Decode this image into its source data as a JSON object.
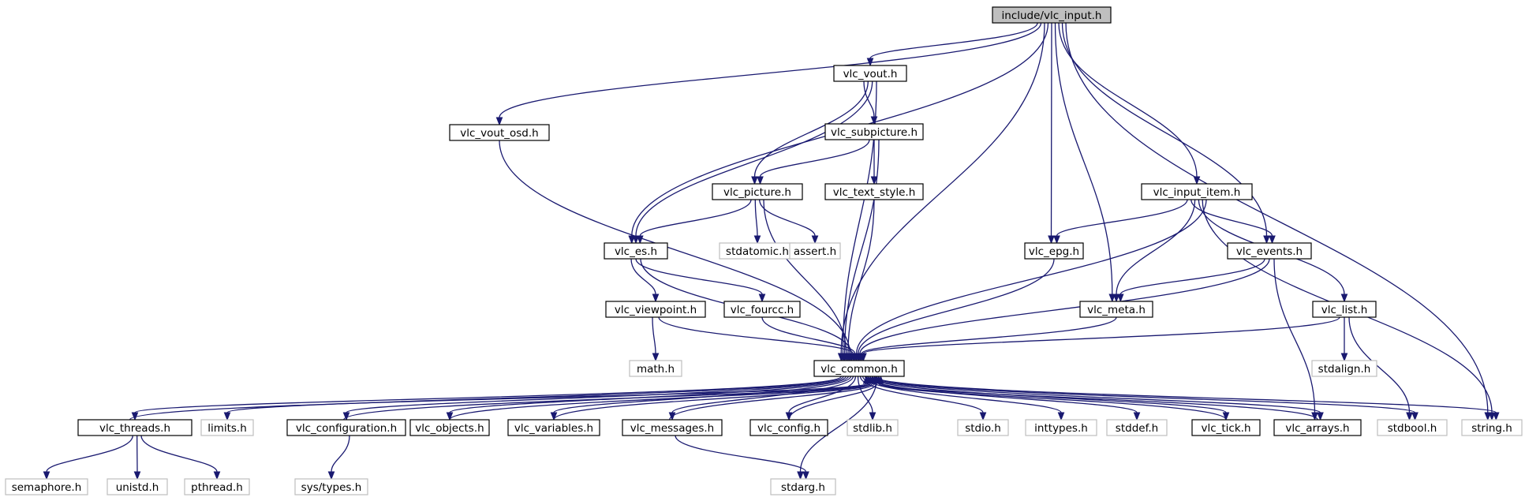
{
  "colors": {
    "edge": "#191970",
    "node_border": "#000000",
    "external_border": "#bfbfbf",
    "root_fill": "#bfbfbf",
    "node_fill": "#ffffff"
  },
  "nodes": [
    {
      "id": "root",
      "label": "include/vlc_input.h",
      "kind": "root"
    },
    {
      "id": "vout",
      "label": "vlc_vout.h",
      "kind": "file"
    },
    {
      "id": "vout_osd",
      "label": "vlc_vout_osd.h",
      "kind": "file"
    },
    {
      "id": "subpicture",
      "label": "vlc_subpicture.h",
      "kind": "file"
    },
    {
      "id": "picture",
      "label": "vlc_picture.h",
      "kind": "file"
    },
    {
      "id": "text_style",
      "label": "vlc_text_style.h",
      "kind": "file"
    },
    {
      "id": "input_item",
      "label": "vlc_input_item.h",
      "kind": "file"
    },
    {
      "id": "es",
      "label": "vlc_es.h",
      "kind": "file"
    },
    {
      "id": "stdatomic",
      "label": "stdatomic.h",
      "kind": "ext"
    },
    {
      "id": "assert",
      "label": "assert.h",
      "kind": "ext"
    },
    {
      "id": "epg",
      "label": "vlc_epg.h",
      "kind": "file"
    },
    {
      "id": "events",
      "label": "vlc_events.h",
      "kind": "file"
    },
    {
      "id": "viewpoint",
      "label": "vlc_viewpoint.h",
      "kind": "file"
    },
    {
      "id": "fourcc",
      "label": "vlc_fourcc.h",
      "kind": "file"
    },
    {
      "id": "meta",
      "label": "vlc_meta.h",
      "kind": "file"
    },
    {
      "id": "list",
      "label": "vlc_list.h",
      "kind": "file"
    },
    {
      "id": "math",
      "label": "math.h",
      "kind": "ext"
    },
    {
      "id": "common",
      "label": "vlc_common.h",
      "kind": "file"
    },
    {
      "id": "stdalign",
      "label": "stdalign.h",
      "kind": "ext"
    },
    {
      "id": "threads",
      "label": "vlc_threads.h",
      "kind": "file"
    },
    {
      "id": "limits",
      "label": "limits.h",
      "kind": "ext"
    },
    {
      "id": "configuration",
      "label": "vlc_configuration.h",
      "kind": "file"
    },
    {
      "id": "objects",
      "label": "vlc_objects.h",
      "kind": "file"
    },
    {
      "id": "variables",
      "label": "vlc_variables.h",
      "kind": "file"
    },
    {
      "id": "messages",
      "label": "vlc_messages.h",
      "kind": "file"
    },
    {
      "id": "config",
      "label": "vlc_config.h",
      "kind": "file"
    },
    {
      "id": "stdlib",
      "label": "stdlib.h",
      "kind": "ext"
    },
    {
      "id": "stdio",
      "label": "stdio.h",
      "kind": "ext"
    },
    {
      "id": "inttypes",
      "label": "inttypes.h",
      "kind": "ext"
    },
    {
      "id": "stddef",
      "label": "stddef.h",
      "kind": "ext"
    },
    {
      "id": "tick",
      "label": "vlc_tick.h",
      "kind": "file"
    },
    {
      "id": "arrays",
      "label": "vlc_arrays.h",
      "kind": "file"
    },
    {
      "id": "stdbool",
      "label": "stdbool.h",
      "kind": "ext"
    },
    {
      "id": "string",
      "label": "string.h",
      "kind": "ext"
    },
    {
      "id": "semaphore",
      "label": "semaphore.h",
      "kind": "ext"
    },
    {
      "id": "unistd",
      "label": "unistd.h",
      "kind": "ext"
    },
    {
      "id": "pthread",
      "label": "pthread.h",
      "kind": "ext"
    },
    {
      "id": "systypes",
      "label": "sys/types.h",
      "kind": "ext"
    },
    {
      "id": "stdarg",
      "label": "stdarg.h",
      "kind": "ext"
    }
  ],
  "edges": [
    [
      "root",
      "vout"
    ],
    [
      "root",
      "vout_osd"
    ],
    [
      "root",
      "common"
    ],
    [
      "root",
      "es"
    ],
    [
      "root",
      "epg"
    ],
    [
      "root",
      "meta"
    ],
    [
      "root",
      "input_item"
    ],
    [
      "root",
      "events"
    ],
    [
      "root",
      "string"
    ],
    [
      "vout",
      "subpicture"
    ],
    [
      "vout",
      "picture"
    ],
    [
      "vout",
      "es"
    ],
    [
      "vout",
      "common"
    ],
    [
      "subpicture",
      "picture"
    ],
    [
      "subpicture",
      "text_style"
    ],
    [
      "subpicture",
      "common"
    ],
    [
      "picture",
      "es"
    ],
    [
      "picture",
      "stdatomic"
    ],
    [
      "picture",
      "assert"
    ],
    [
      "picture",
      "common"
    ],
    [
      "text_style",
      "common"
    ],
    [
      "vout_osd",
      "common"
    ],
    [
      "es",
      "viewpoint"
    ],
    [
      "es",
      "fourcc"
    ],
    [
      "es",
      "common"
    ],
    [
      "viewpoint",
      "math"
    ],
    [
      "viewpoint",
      "common"
    ],
    [
      "fourcc",
      "common"
    ],
    [
      "input_item",
      "epg"
    ],
    [
      "input_item",
      "events"
    ],
    [
      "input_item",
      "meta"
    ],
    [
      "input_item",
      "list"
    ],
    [
      "input_item",
      "string"
    ],
    [
      "input_item",
      "common"
    ],
    [
      "epg",
      "common"
    ],
    [
      "events",
      "meta"
    ],
    [
      "events",
      "common"
    ],
    [
      "events",
      "arrays"
    ],
    [
      "meta",
      "common"
    ],
    [
      "list",
      "common"
    ],
    [
      "list",
      "stdalign"
    ],
    [
      "list",
      "stdbool"
    ],
    [
      "common",
      "threads"
    ],
    [
      "common",
      "limits"
    ],
    [
      "common",
      "configuration"
    ],
    [
      "common",
      "objects"
    ],
    [
      "common",
      "variables"
    ],
    [
      "common",
      "messages"
    ],
    [
      "common",
      "config"
    ],
    [
      "common",
      "stdlib"
    ],
    [
      "common",
      "stdio"
    ],
    [
      "common",
      "inttypes"
    ],
    [
      "common",
      "stddef"
    ],
    [
      "common",
      "tick"
    ],
    [
      "common",
      "arrays"
    ],
    [
      "common",
      "stdbool"
    ],
    [
      "common",
      "string"
    ],
    [
      "common",
      "stdarg"
    ],
    [
      "threads",
      "common"
    ],
    [
      "threads",
      "semaphore"
    ],
    [
      "threads",
      "unistd"
    ],
    [
      "threads",
      "pthread"
    ],
    [
      "configuration",
      "common"
    ],
    [
      "configuration",
      "systypes"
    ],
    [
      "objects",
      "common"
    ],
    [
      "variables",
      "common"
    ],
    [
      "messages",
      "common"
    ],
    [
      "messages",
      "stdarg"
    ],
    [
      "config",
      "common"
    ],
    [
      "tick",
      "common"
    ],
    [
      "arrays",
      "common"
    ]
  ]
}
